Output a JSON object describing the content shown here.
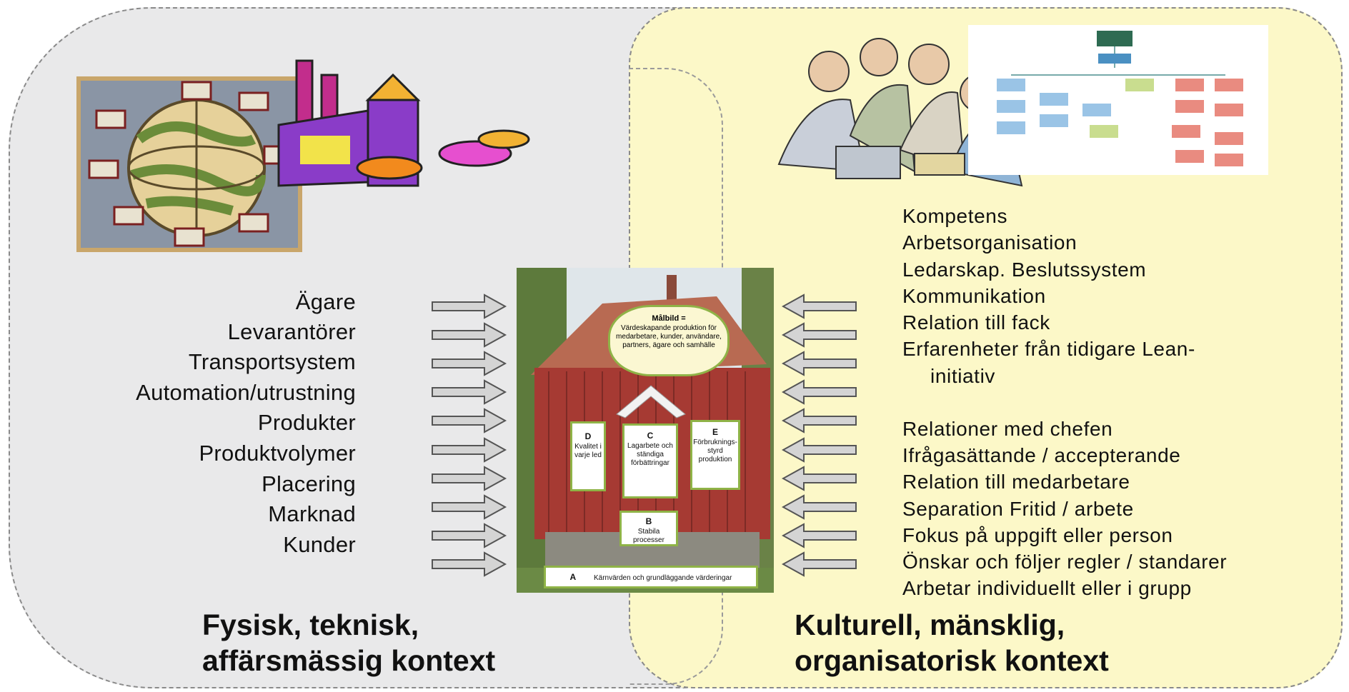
{
  "left_context": {
    "factors": [
      "Ägare",
      "Levarantörer",
      "Transportsystem",
      "Automation/utrustning",
      "Produkter",
      "Produktvolymer",
      "Placering",
      "Marknad",
      "Kunder"
    ],
    "title_line1": "Fysisk, teknisk,",
    "title_line2": "affärsmässig kontext"
  },
  "right_context": {
    "factors": [
      "Kompetens",
      "Arbetsorganisation",
      "Ledarskap. Beslutssystem",
      "Kommunikation",
      "Relation till fack",
      "Erfarenheter från tidigare Lean-",
      "initiativ",
      "Relationer med chefen",
      "Ifrågasättande / accepterande",
      "Relation till medarbetare",
      "Separation Fritid / arbete",
      "Fokus på uppgift eller person",
      "Önskar och följer regler / standarer",
      "Arbetar individuellt eller i grupp"
    ],
    "title_line1": "Kulturell, mänsklig,",
    "title_line2": "organisatorisk kontext"
  },
  "house": {
    "vision_title": "Målbild =",
    "vision_text": "Värdeskapande produktion för medarbetare, kunder, användare, partners, ägare och samhälle",
    "box_a_letter": "A",
    "box_a_text": "Kärnvärden och grundläggande värderingar",
    "box_b_letter": "B",
    "box_b_text": "Stabila processer",
    "box_c_letter": "C",
    "box_c_text": "Lagarbete och ständiga förbättringar",
    "box_d_letter": "D",
    "box_d_text": "Kvalitet i varje led",
    "box_e_letter": "E",
    "box_e_text": "Förbruknings-styrd produktion"
  },
  "colors": {
    "left_bg": "#e9e9ea",
    "right_bg": "#fcf8c8",
    "arrow_fill": "#d4d4d4",
    "arrow_stroke": "#555555",
    "house_red": "#a63a33",
    "box_border": "#8fb347"
  },
  "icons": [
    "globe-factory-clipart",
    "team-meeting-clipart",
    "org-chart-icon",
    "red-house-photo"
  ]
}
